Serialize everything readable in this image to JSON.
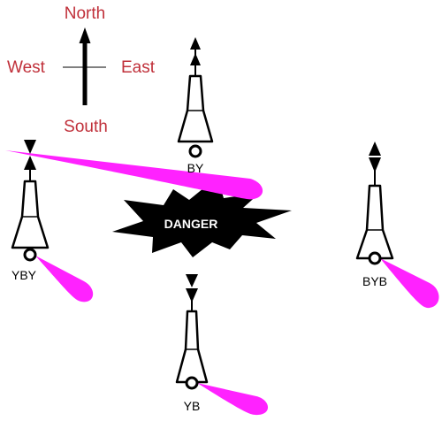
{
  "compass": {
    "north": "North",
    "south": "South",
    "east": "East",
    "west": "West",
    "label_color": "#c0303a"
  },
  "danger": {
    "label": "DANGER",
    "fill_color": "#000000",
    "text_color": "#ffffff"
  },
  "buoys": {
    "north": {
      "label": "BY"
    },
    "west": {
      "label": "YBY"
    },
    "east": {
      "label": "BYB"
    },
    "south": {
      "label": "YB"
    }
  },
  "colors": {
    "light_beam": "#ff22ff",
    "outline": "#000000"
  }
}
